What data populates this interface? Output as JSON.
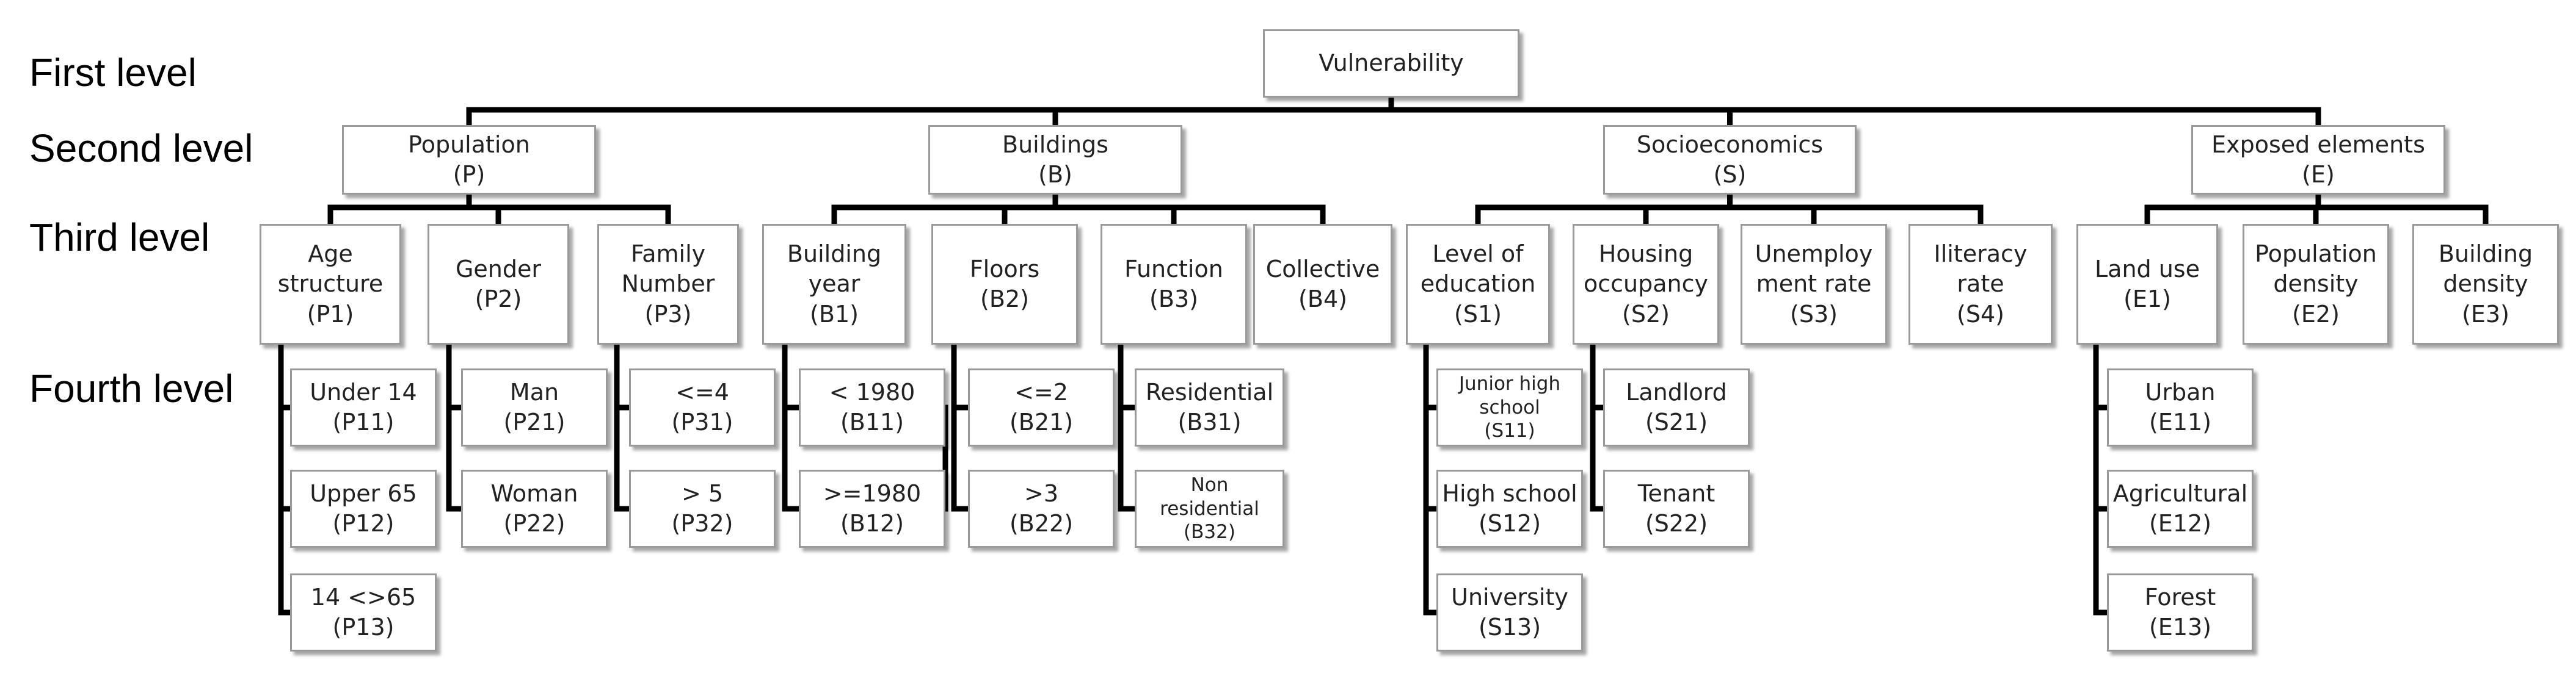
{
  "level_labels": {
    "first": "First level",
    "second": "Second level",
    "third": "Third level",
    "fourth": "Fourth level"
  },
  "root": {
    "lines": [
      "Vulnerability"
    ]
  },
  "second": [
    {
      "lines": [
        "Population",
        "(P)"
      ]
    },
    {
      "lines": [
        "Buildings",
        "(B)"
      ]
    },
    {
      "lines": [
        "Socioeconomics",
        "(S)"
      ]
    },
    {
      "lines": [
        "Exposed elements",
        "(E)"
      ]
    }
  ],
  "third": [
    {
      "lines": [
        "Age",
        "structure",
        "(P1)"
      ]
    },
    {
      "lines": [
        "Gender",
        "(P2)"
      ]
    },
    {
      "lines": [
        "Family",
        "Number",
        "(P3)"
      ]
    },
    {
      "lines": [
        "Building",
        "year",
        "(B1)"
      ]
    },
    {
      "lines": [
        "Floors",
        "(B2)"
      ]
    },
    {
      "lines": [
        "Function",
        "(B3)"
      ]
    },
    {
      "lines": [
        "Collective",
        "(B4)"
      ]
    },
    {
      "lines": [
        "Level of",
        "education",
        "(S1)"
      ]
    },
    {
      "lines": [
        "Housing",
        "occupancy",
        "(S2)"
      ]
    },
    {
      "lines": [
        "Unemploy",
        "ment rate",
        "(S3)"
      ]
    },
    {
      "lines": [
        "Iliteracy",
        "rate",
        "(S4)"
      ]
    },
    {
      "lines": [
        "Land use",
        "(E1)"
      ]
    },
    {
      "lines": [
        "Population",
        "density",
        "(E2)"
      ]
    },
    {
      "lines": [
        "Building",
        "density",
        "(E3)"
      ]
    }
  ],
  "fourth": [
    {
      "lines": [
        "Under 14",
        "(P11)"
      ]
    },
    {
      "lines": [
        "Upper 65",
        "(P12)"
      ]
    },
    {
      "lines": [
        "14 <>65",
        "(P13)"
      ]
    },
    {
      "lines": [
        "Man",
        "(P21)"
      ]
    },
    {
      "lines": [
        "Woman",
        "(P22)"
      ]
    },
    {
      "lines": [
        "<=4",
        "(P31)"
      ]
    },
    {
      "lines": [
        "> 5",
        "(P32)"
      ]
    },
    {
      "lines": [
        "< 1980",
        "(B11)"
      ]
    },
    {
      "lines": [
        ">=1980",
        "(B12)"
      ]
    },
    {
      "lines": [
        "<=2",
        "(B21)"
      ]
    },
    {
      "lines": [
        ">3",
        "(B22)"
      ]
    },
    {
      "lines": [
        "Residential",
        "(B31)"
      ]
    },
    {
      "lines": [
        "Non",
        "residential",
        "(B32)"
      ]
    },
    {
      "lines": [
        "Junior high",
        "school",
        "(S11)"
      ]
    },
    {
      "lines": [
        "High school",
        "(S12)"
      ]
    },
    {
      "lines": [
        "University",
        "(S13)"
      ]
    },
    {
      "lines": [
        "Landlord",
        "(S21)"
      ]
    },
    {
      "lines": [
        "Tenant",
        "(S22)"
      ]
    },
    {
      "lines": [
        "Urban",
        "(E11)"
      ]
    },
    {
      "lines": [
        "Agricultural",
        "(E12)"
      ]
    },
    {
      "lines": [
        "Forest",
        "(E13)"
      ]
    }
  ]
}
